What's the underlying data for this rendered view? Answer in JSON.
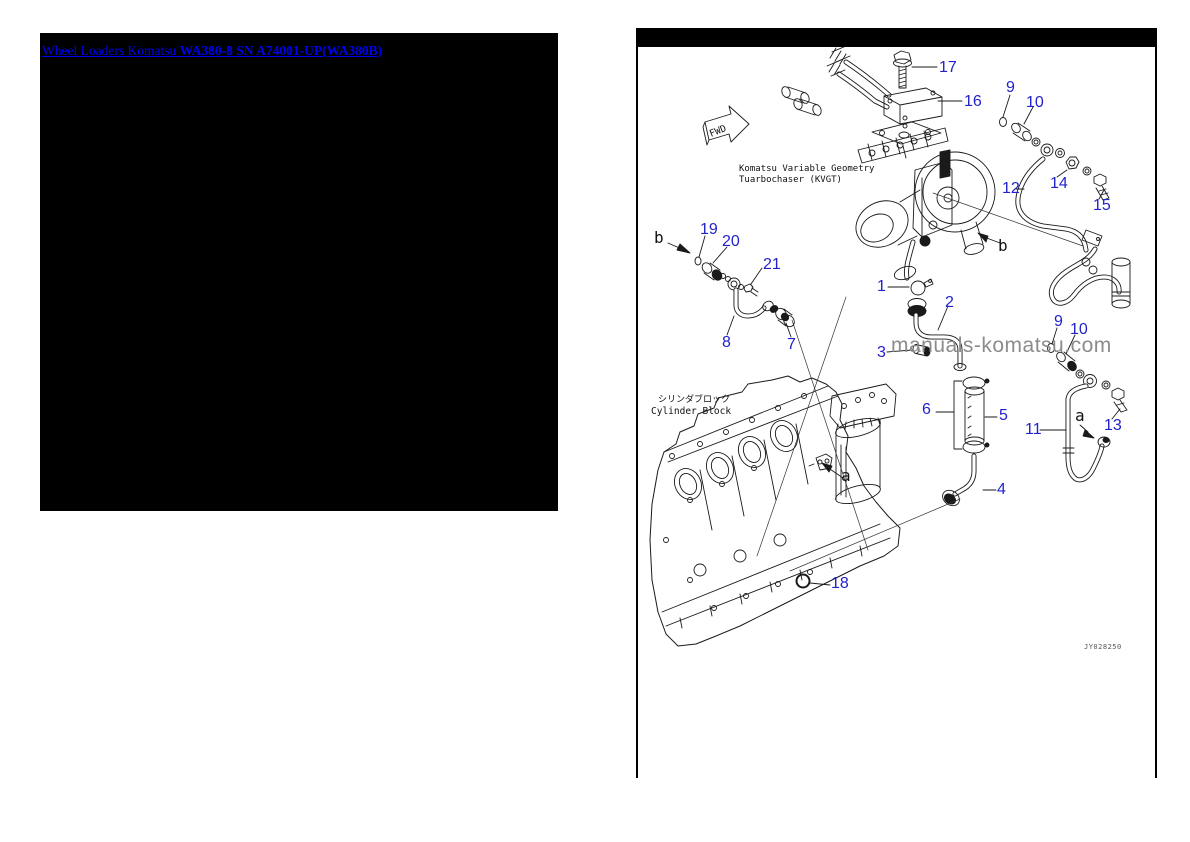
{
  "left_panel": {
    "link": {
      "prefix": "Wheel Loaders Komatsu ",
      "model": "WA380-8 SN A74001-UP(WA380B)"
    }
  },
  "diagram": {
    "fwd_label": "FWD",
    "captions": {
      "turbo_line1": "Komatsu Variable Geometry",
      "turbo_line2": "Tuarbochaser (KVGT)",
      "cylinder_block_jp": "シリンダブロック",
      "cylinder_block_en": "Cylinder Block"
    },
    "watermark": "manuals-komatsu.com",
    "drawing_code": "JY028250",
    "view_labels": [
      "b",
      "b",
      "a",
      "a"
    ],
    "callouts": [
      "17",
      "16",
      "9",
      "10",
      "12",
      "14",
      "15",
      "19",
      "20",
      "21",
      "1",
      "2",
      "8",
      "7",
      "3",
      "9",
      "10",
      "6",
      "5",
      "11",
      "13",
      "4",
      "18"
    ],
    "colors": {
      "callout_blue": "#2222cc",
      "link_blue": "#0000ee",
      "watermark_gray": "#8c8c8c",
      "panel_bar": "#000000"
    }
  }
}
